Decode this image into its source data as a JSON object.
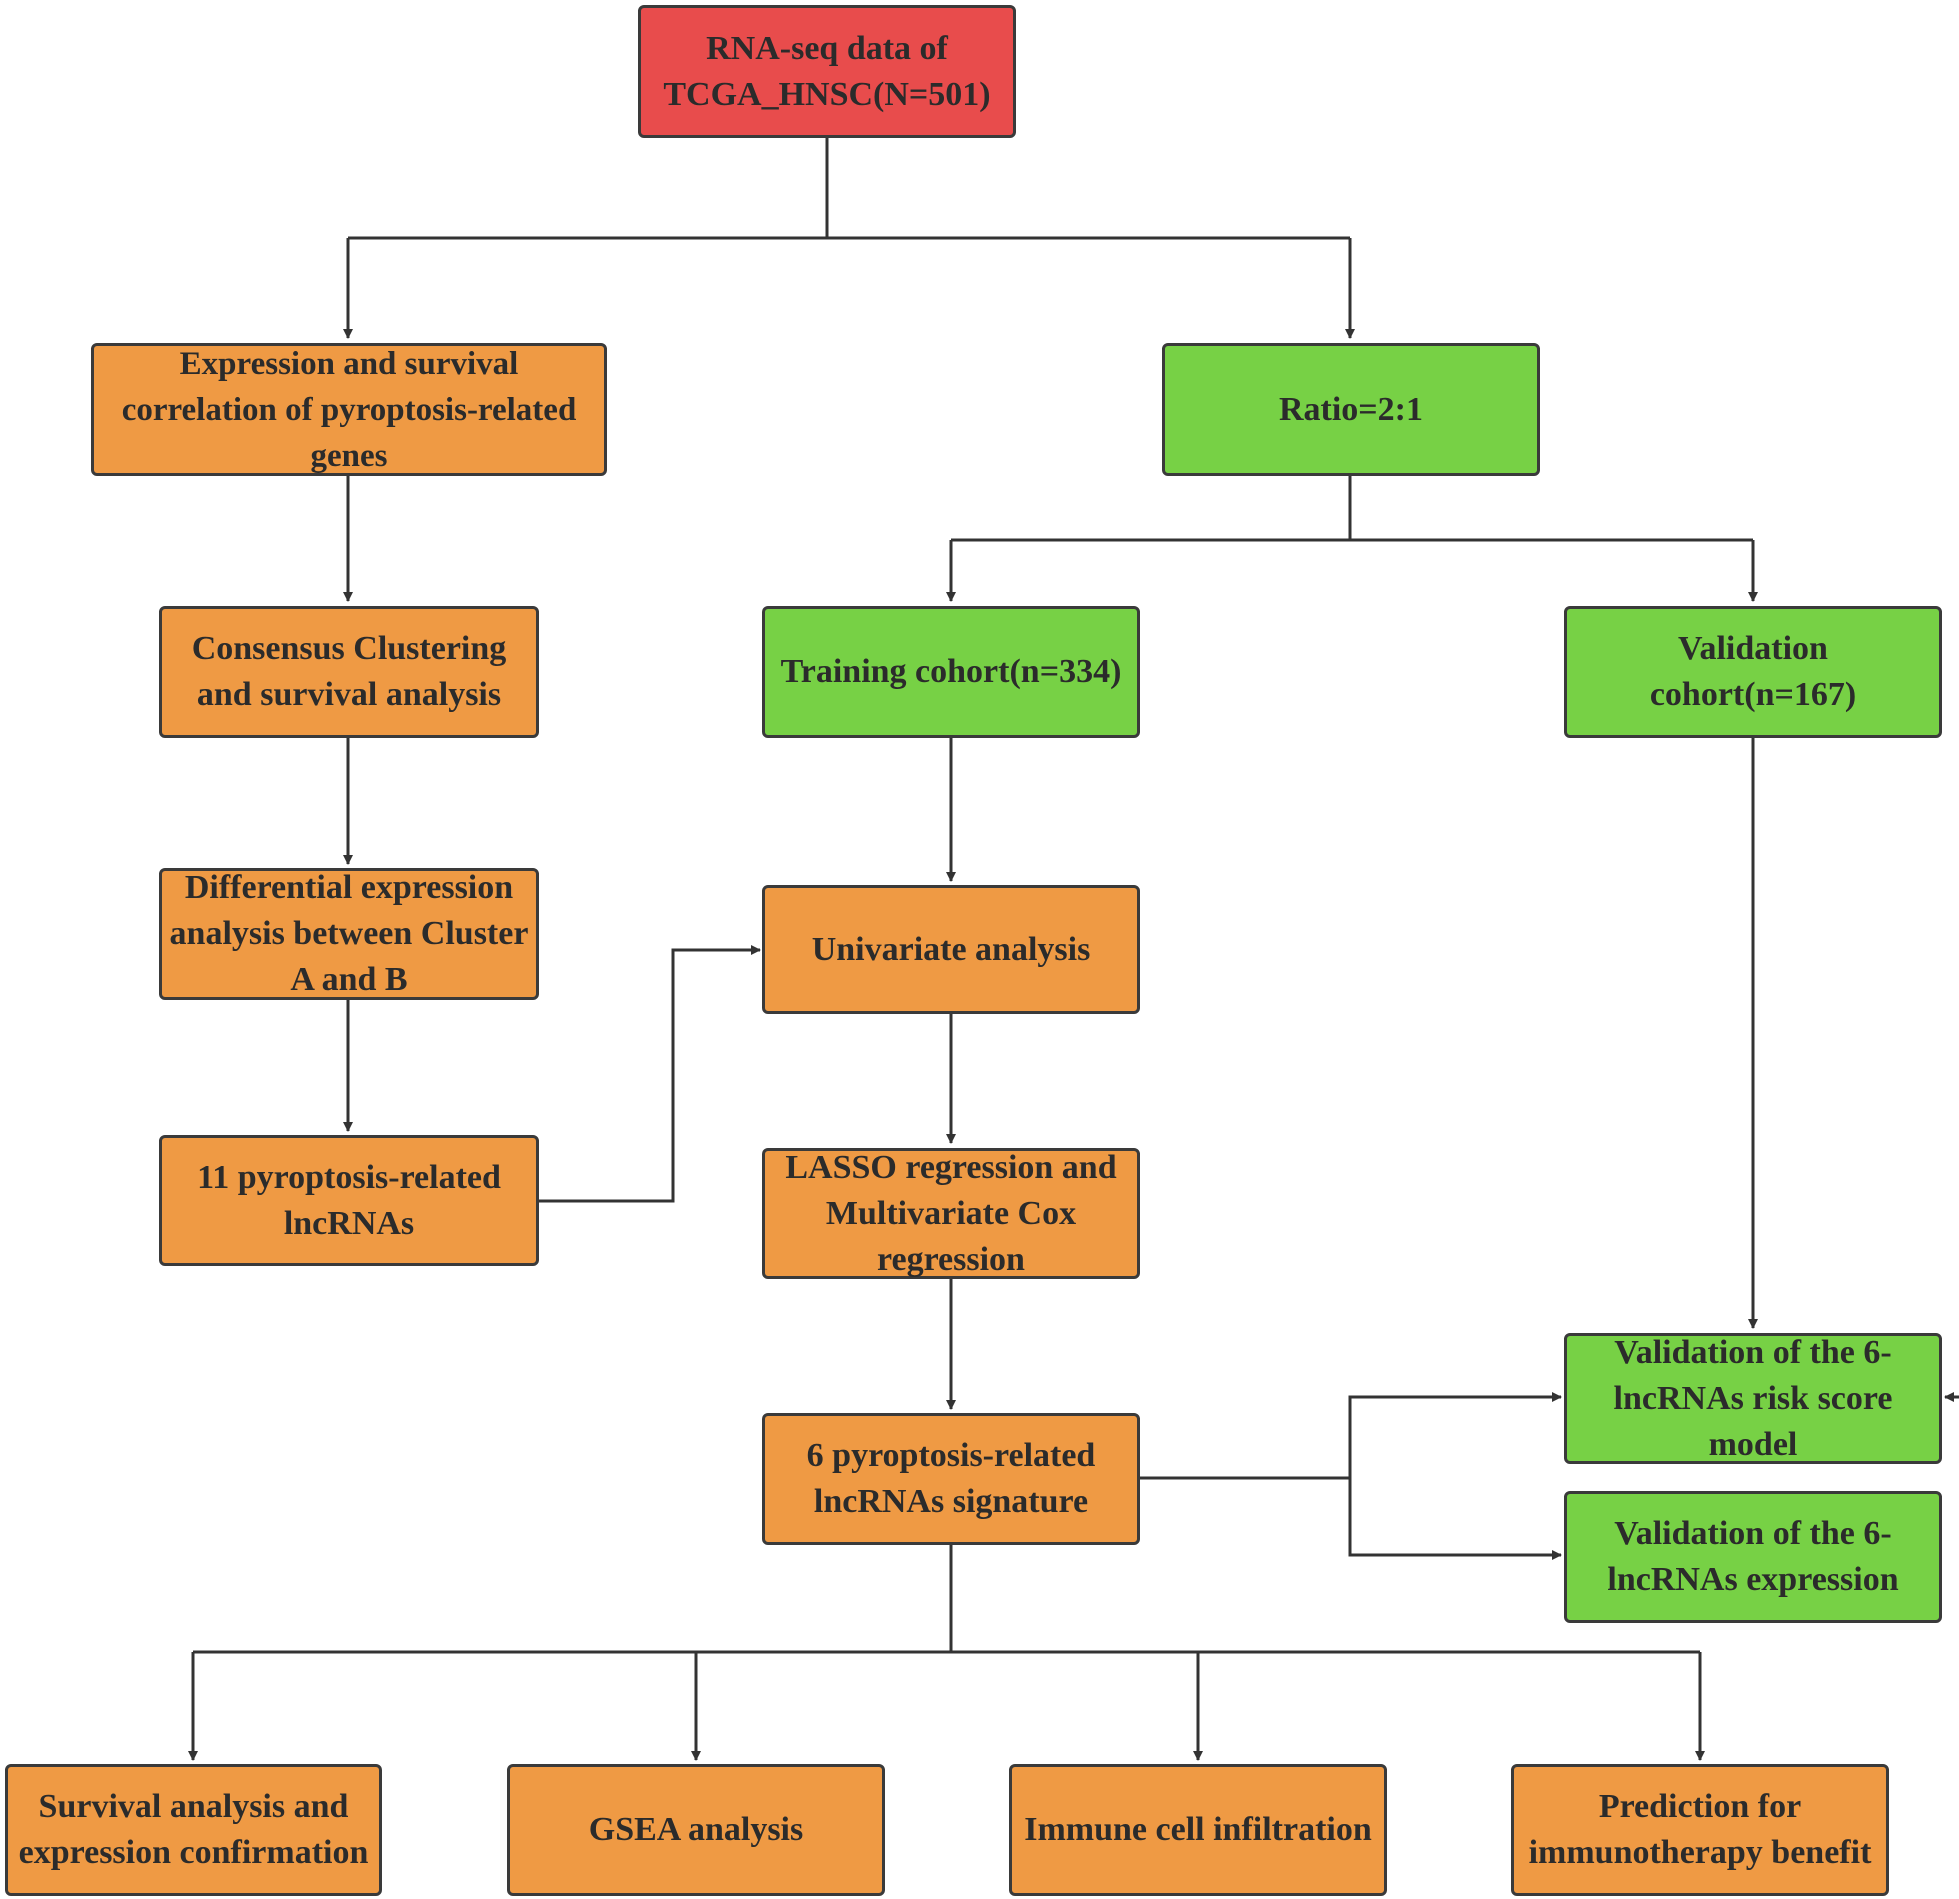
{
  "colors": {
    "start": "#e84c4c",
    "analysis": "#ef9a44",
    "cohort": "#77d145",
    "connector": "#333333"
  },
  "nodes": {
    "rna_seq": "RNA-seq data of TCGA_HNSC(N=501)",
    "expression_survival": "Expression and survival correlation of pyroptosis-related genes",
    "ratio": "Ratio=2:1",
    "consensus": "Consensus Clustering and survival analysis",
    "training": "Training cohort(n=334)",
    "validation_cohort": "Validation cohort(n=167)",
    "differential": "Differential expression analysis between Cluster A and B",
    "univariate": "Univariate analysis",
    "lncrnas_11": "11 pyroptosis-related lncRNAs",
    "lasso": "LASSO regression and Multivariate Cox regression",
    "validation_model": "Validation of the 6-lncRNAs risk score model",
    "signature_6": "6 pyroptosis-related lncRNAs signature",
    "validation_expression": "Validation of the 6-lncRNAs expression",
    "survival_confirm": "Survival analysis and expression confirmation",
    "gsea": "GSEA analysis",
    "immune": "Immune cell infiltration",
    "immunotherapy": "Prediction for immunotherapy benefit"
  }
}
